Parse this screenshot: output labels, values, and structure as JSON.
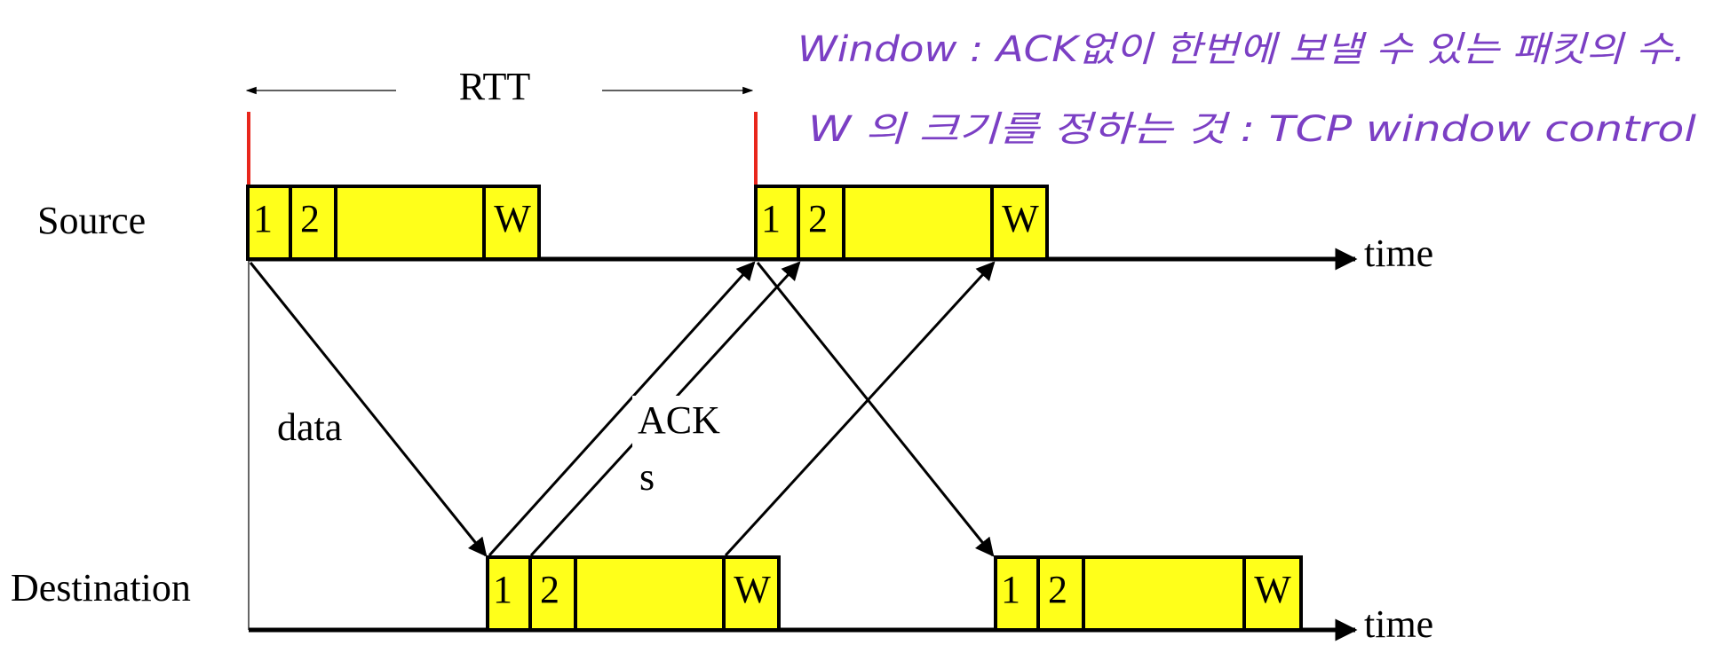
{
  "labels": {
    "rtt": "RTT",
    "source": "Source",
    "destination": "Destination",
    "time_top": "time",
    "time_bottom": "time",
    "data": "data",
    "acks_line1": "ACK",
    "acks_line2": "s"
  },
  "packet_labels": {
    "first": "1",
    "second": "2",
    "last": "W"
  },
  "annotations": {
    "line1": "Window : ACK없이 한번에 보낼 수 있는 패킷의 수.",
    "line2": "W 의 크기를 정하는 것 : TCP window control"
  },
  "colors": {
    "packet_fill": "#ffff1a",
    "rtt_marker": "#e8261c",
    "annotation_ink": "#7b3fc4"
  }
}
